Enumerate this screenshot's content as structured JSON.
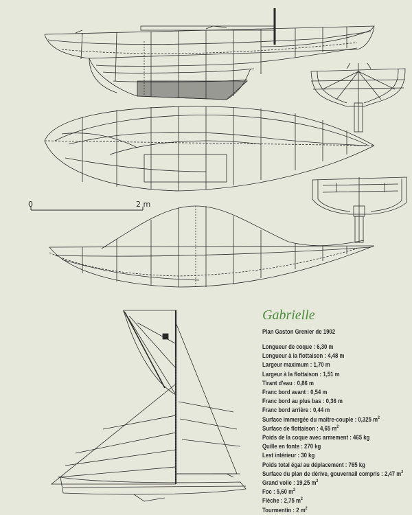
{
  "title": "Gabrielle",
  "subtitle": "Plan Gaston Grenier de 1902",
  "scale": {
    "start": "0",
    "end": "2 m"
  },
  "specs": [
    {
      "label": "Longueur de coque",
      "value": "6,30 m"
    },
    {
      "label": "Longueur à la flottaison",
      "value": "4,48 m"
    },
    {
      "label": "Largeur maximum",
      "value": "1,70 m"
    },
    {
      "label": "Largeur à la flottaison",
      "value": "1,51 m"
    },
    {
      "label": "Tirant d'eau",
      "value": "0,86 m"
    },
    {
      "label": "Franc bord avant",
      "value": "0,54 m"
    },
    {
      "label": "Franc bord au plus bas",
      "value": "0,36 m"
    },
    {
      "label": "Franc bord arrière",
      "value": "0,44 m"
    },
    {
      "label": "Surface immergée du maître-couple",
      "value": "0,325 m",
      "sup": "2"
    },
    {
      "label": "Surface de flottaison",
      "value": "4,65 m",
      "sup": "2"
    },
    {
      "label": "Poids de la coque avec armement",
      "value": "465 kg"
    },
    {
      "label": "Quille en fonte",
      "value": "270 kg"
    },
    {
      "label": "Lest intérieur",
      "value": "30 kg"
    },
    {
      "label": "Poids total égal au déplacement",
      "value": "765 kg"
    },
    {
      "label": "Surface du plan de dérive, gouvernail compris",
      "value": "2,47 m",
      "sup": "2"
    },
    {
      "label": "Grand voile",
      "value": "19,25 m",
      "sup": "2"
    },
    {
      "label": "Foc",
      "value": "5,60 m",
      "sup": "2"
    },
    {
      "label": "Flèche",
      "value": "2,75 m",
      "sup": "2"
    },
    {
      "label": "Tourmentin",
      "value": "2 m",
      "sup": "2"
    }
  ],
  "colors": {
    "paper": "#e7e8dc",
    "ink": "#2a2a2a",
    "title": "#4a8a3a"
  }
}
